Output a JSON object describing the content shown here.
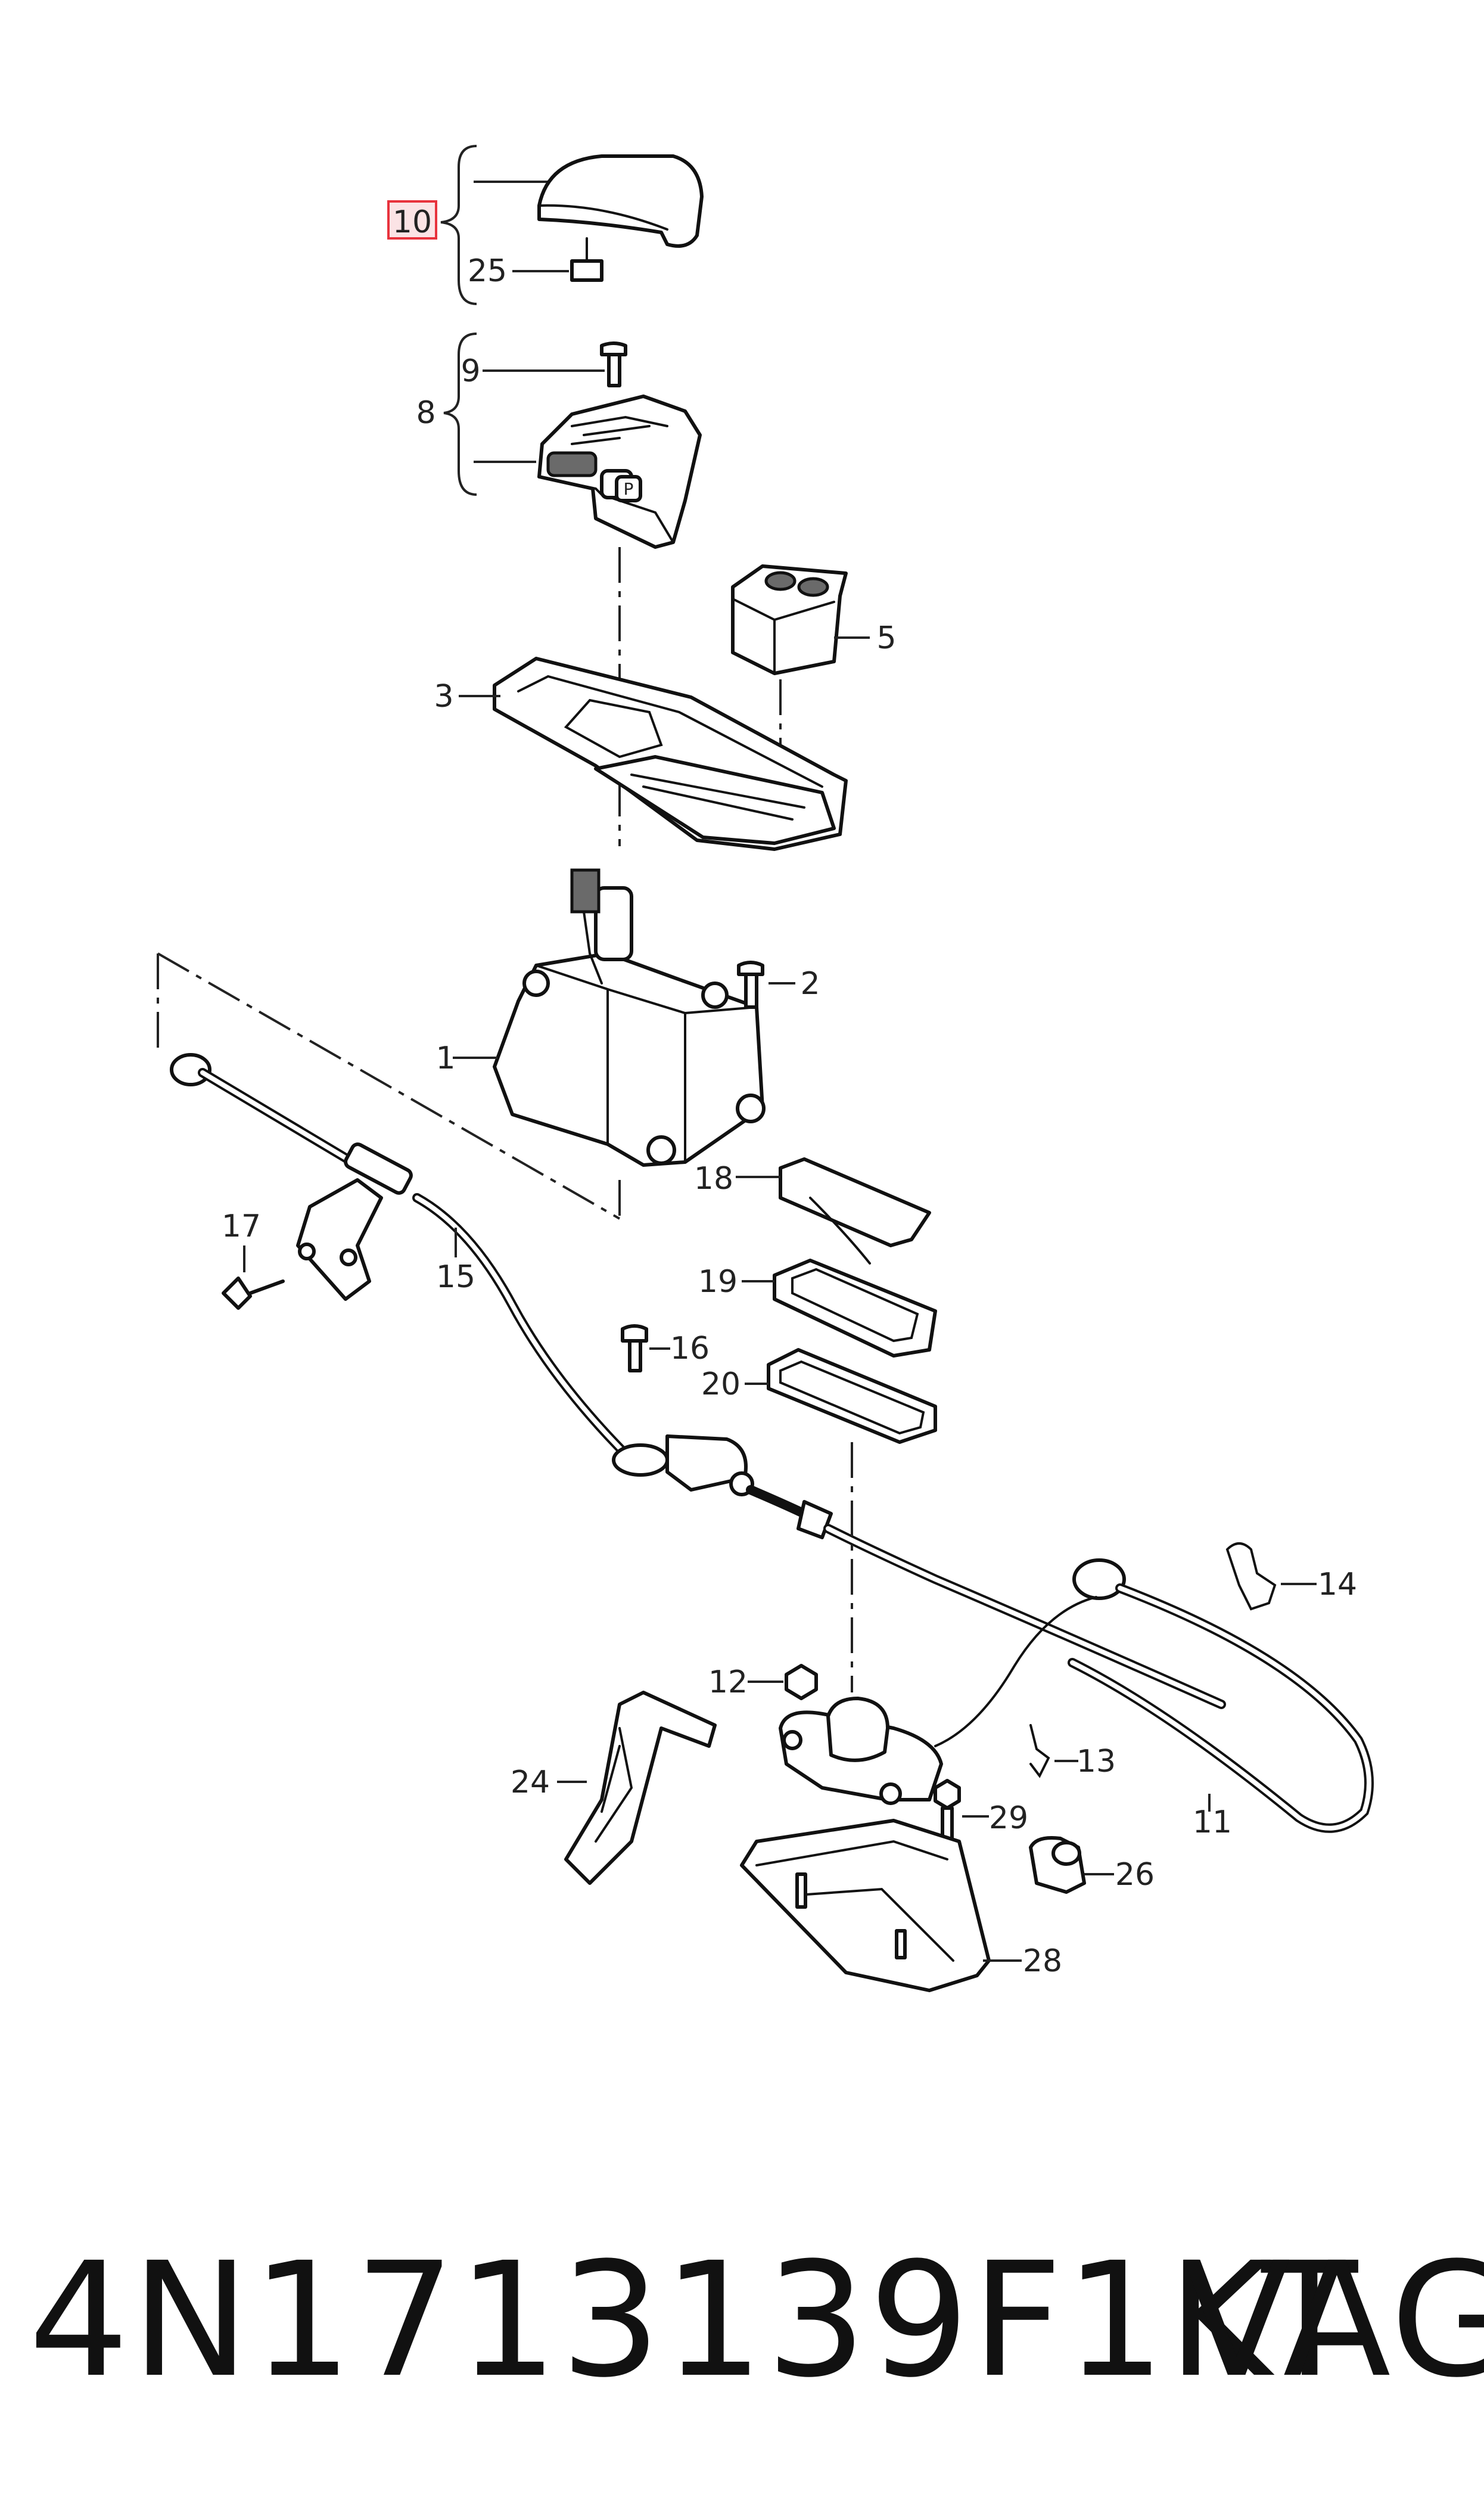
{
  "callouts": {
    "c10": "10",
    "c25": "25",
    "c9": "9",
    "c8": "8",
    "c5": "5",
    "c3": "3",
    "c2": "2",
    "c1": "1",
    "c18": "18",
    "c17": "17",
    "c15": "15",
    "c19": "19",
    "c16": "16",
    "c20": "20",
    "c14": "14",
    "c12": "12",
    "c13": "13",
    "c24": "24",
    "c29": "29",
    "c11": "11",
    "c26": "26",
    "c28": "28"
  },
  "highlight_color": "#e8323c",
  "footer": {
    "part_number": "4N1713139F1KT",
    "brand": "VAG"
  }
}
